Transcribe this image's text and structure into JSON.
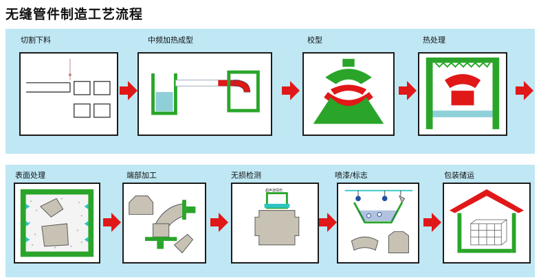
{
  "title": "无缝管件制造工艺流程",
  "steps_top": [
    "切割下料",
    "中频加热成型",
    "校型",
    "热处理"
  ],
  "steps_bottom": [
    "表面处理",
    "端部加工",
    "无损检测",
    "喷漆/标志",
    "包装储运"
  ],
  "inspection_tag": "超声波探伤",
  "colors": {
    "band": "#bfe7f4",
    "green": "#2aa52a",
    "red": "#e01818",
    "water": "#8fd0d8",
    "part": "#c7c2b4"
  }
}
